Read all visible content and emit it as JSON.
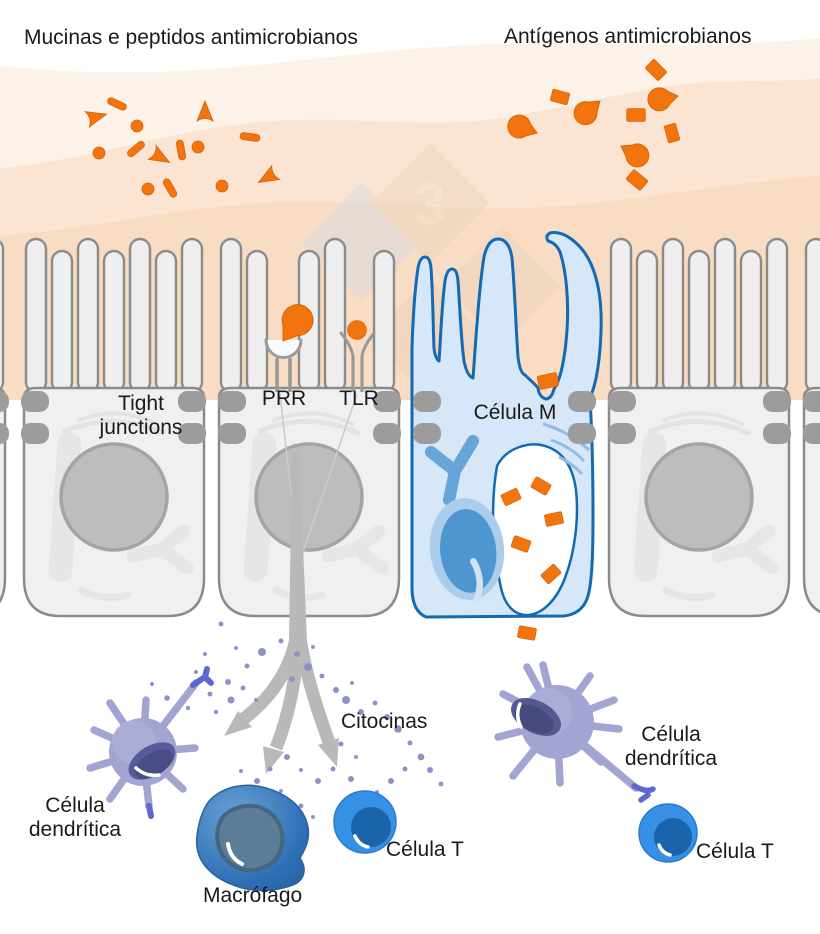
{
  "labels": {
    "mucins": "Mucinas e peptidos antimicrobianos",
    "antigens": "Antígenos antimicrobianos",
    "tight_junctions": "Tight junctions",
    "prr": "PRR",
    "tlr": "TLR",
    "m_cell": "Célula M",
    "cytokines": "Citocinas",
    "dendritic_cell_left": "Célula dendrítica",
    "dendritic_cell_right": "Célula dendrítica",
    "macrophage": "Macrófago",
    "t_cell_left": "Célula T",
    "t_cell_right": "Célula T",
    "watermark_digit": "3"
  },
  "colors": {
    "antigen_orange": "#F1740E",
    "antigen_orange_edge": "#D96207",
    "lumen_peach_light": "#FDF2E7",
    "lumen_peach_mid": "#FBE5D2",
    "lumen_peach_deep": "#F9DCC4",
    "epithelial_cell_fill": "#F0F0F0",
    "cell_outline_gray": "#8B8B8B",
    "nucleus_gray": "#BDBDBD",
    "organelle_gray": "#E6E6E6",
    "tight_junction_gray": "#9C9C9C",
    "m_cell_fill": "#D5E7F8",
    "m_cell_outline": "#1469B5",
    "m_cell_nucleus_inner": "#4E96D0",
    "m_cell_nucleus_ring": "#A9CDEA",
    "dendritic_purple": "#A2A5D1",
    "dendritic_nucleus": "#585B99",
    "dendritic_tip_blue": "#5A68D0",
    "macrophage_blue": "#2E6FB4",
    "macrophage_nucleus": "#5B7D97",
    "t_cell_blue": "#3590E6",
    "t_cell_nucleus": "#1B64AC",
    "cytokine_dot": "#8E92C8",
    "arrow_gray": "#B9B9B9",
    "label_text": "#1A1A1A"
  }
}
